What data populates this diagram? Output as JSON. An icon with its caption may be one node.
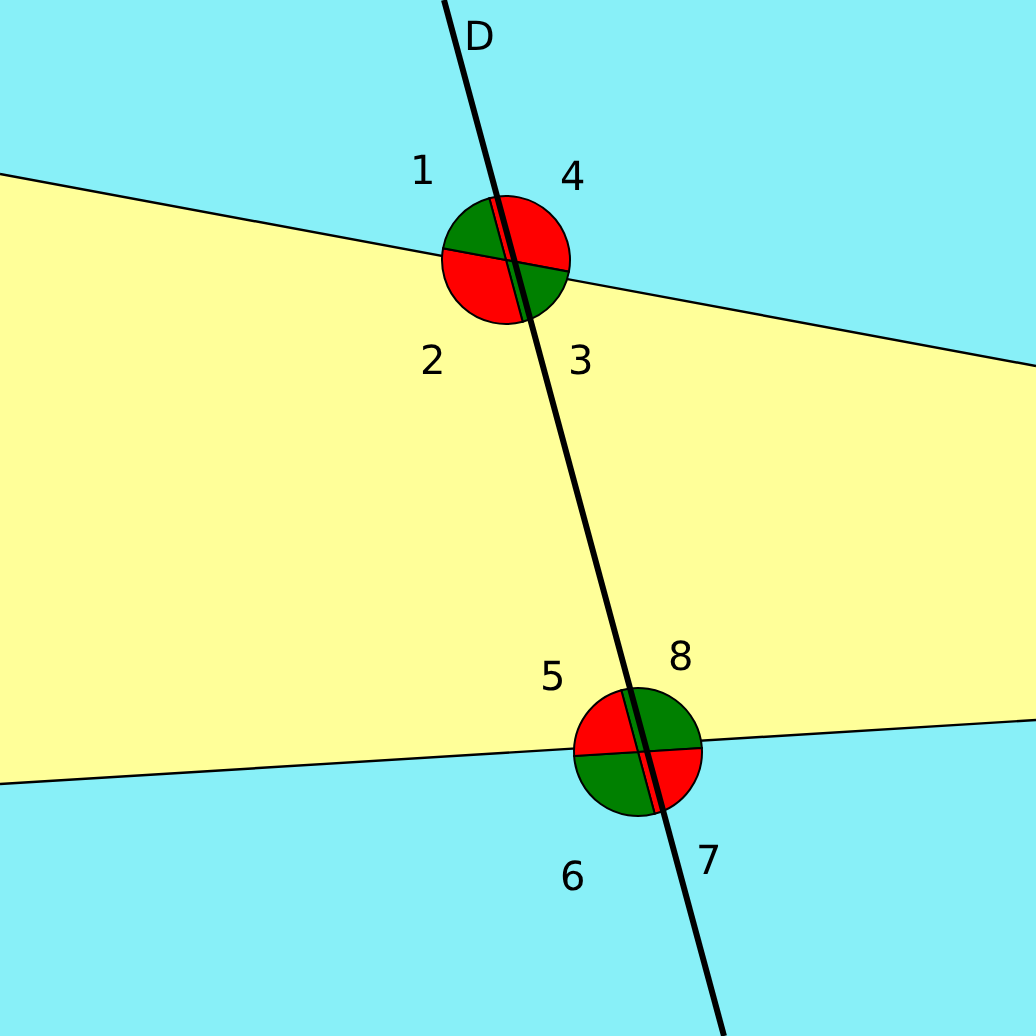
{
  "diagram": {
    "labels": [
      "D",
      "1",
      "4",
      "2",
      "3",
      "5",
      "8",
      "6",
      "7"
    ]
  }
}
